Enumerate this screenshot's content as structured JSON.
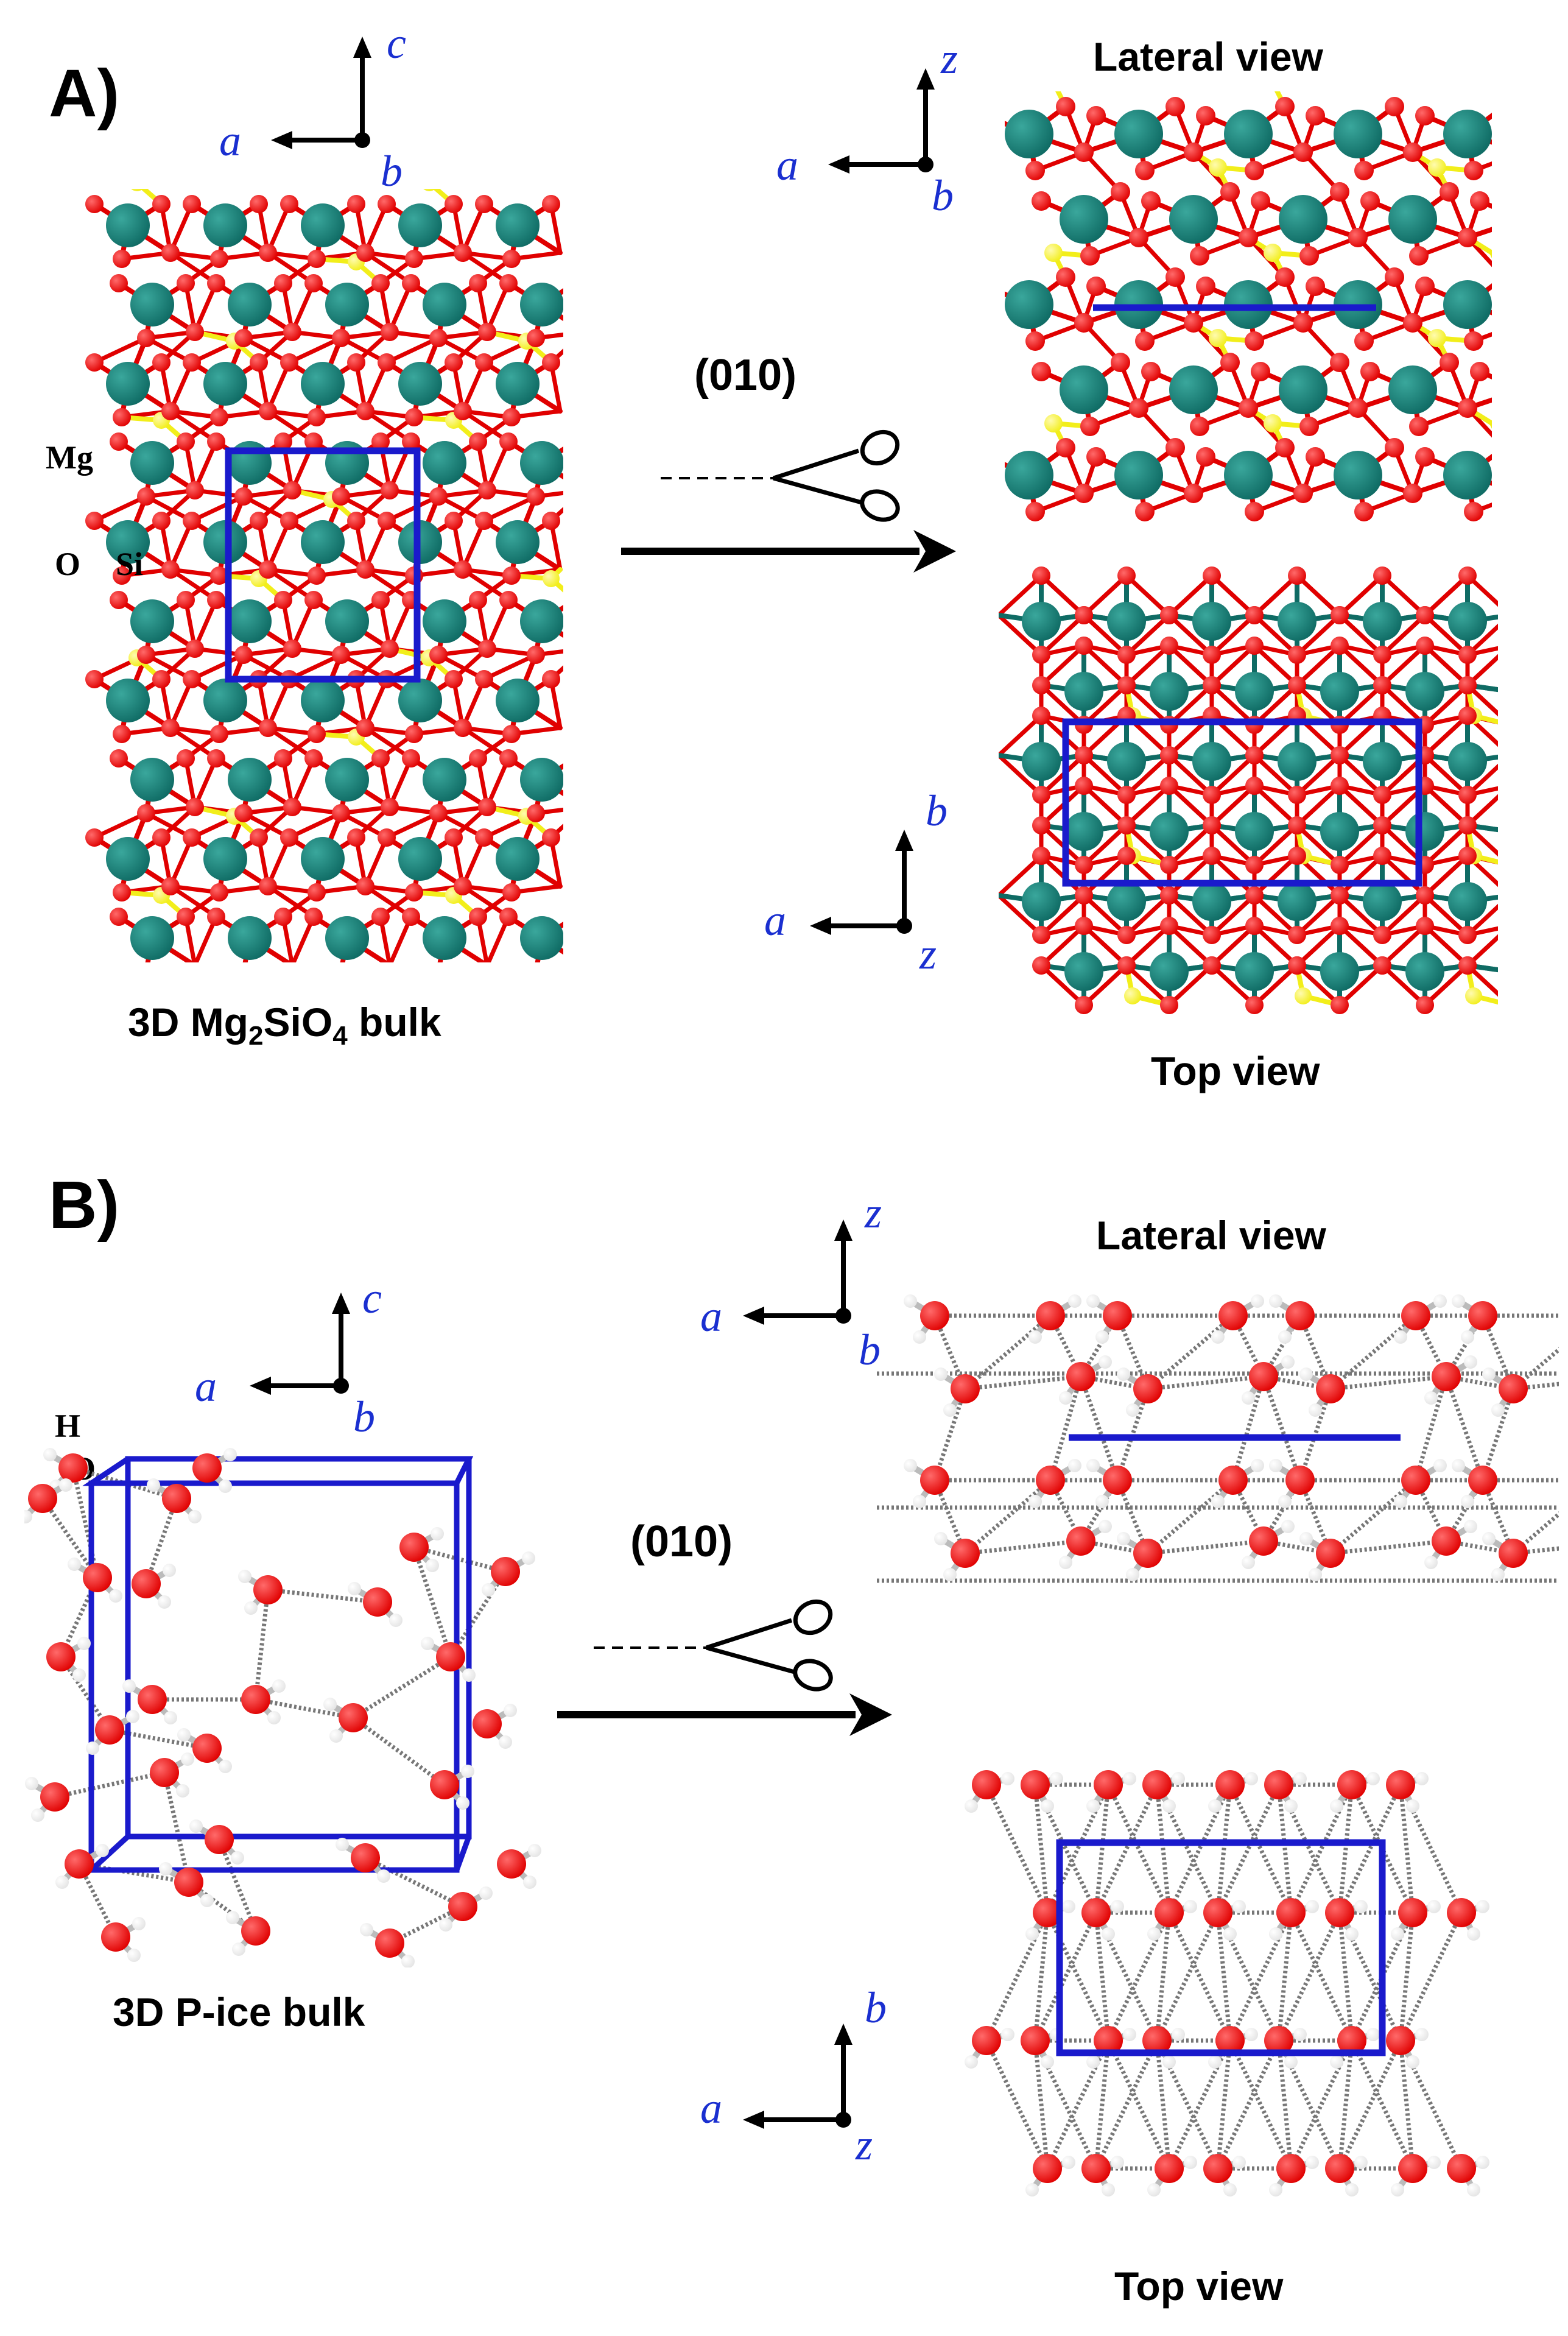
{
  "panels": {
    "A": {
      "label": "A)",
      "bulk_caption": {
        "prefix": "3D Mg",
        "sub1": "2",
        "mid": "SiO",
        "sub2": "4",
        "suffix": " bulk"
      },
      "atoms": {
        "mg": "Mg",
        "o": "O",
        "si": "Si"
      },
      "miller": "(010)",
      "lateral_view": "Lateral view",
      "top_view": "Top view",
      "axes_bulk": {
        "up": "c",
        "left": "a",
        "out": "b"
      },
      "axes_lateral": {
        "up": "z",
        "left": "a",
        "out": "b"
      },
      "axes_top": {
        "up": "b",
        "left": "a",
        "out": "z"
      }
    },
    "B": {
      "label": "B)",
      "bulk_caption": "3D P-ice bulk",
      "atoms": {
        "h": "H",
        "o": "O"
      },
      "miller": "(010)",
      "lateral_view": "Lateral view",
      "top_view": "Top view",
      "axes_bulk": {
        "up": "c",
        "left": "a",
        "out": "b"
      },
      "axes_lateral": {
        "up": "z",
        "left": "a",
        "out": "b"
      },
      "axes_top": {
        "up": "b",
        "left": "a",
        "out": "z"
      }
    }
  },
  "colors": {
    "mg": "#0f6b64",
    "o": "#e00000",
    "si": "#f2ee1a",
    "h": "#e4e4e4",
    "cell": "#1a1acc",
    "axis_label": "#1a2fd0"
  },
  "icons": [
    "scissors-icon",
    "arrow-right-icon",
    "axes-triad-icon"
  ]
}
